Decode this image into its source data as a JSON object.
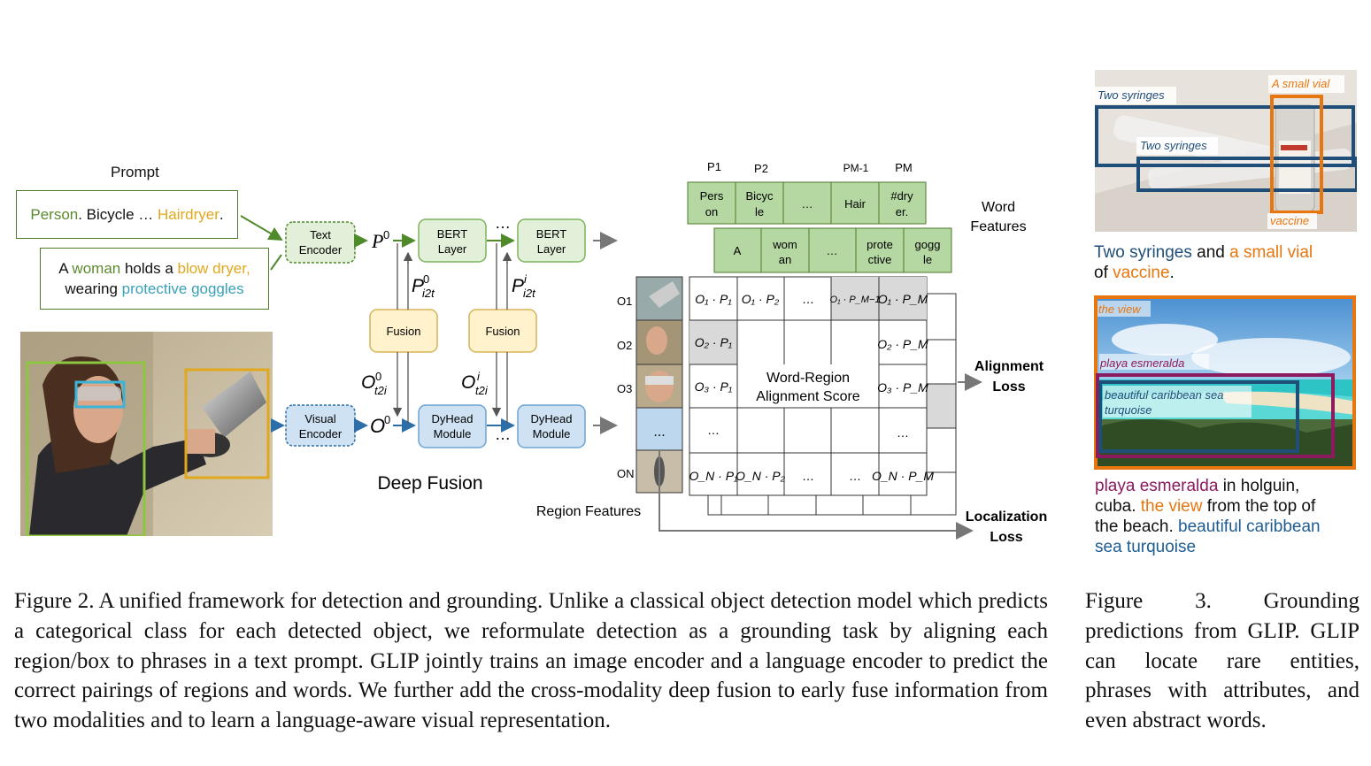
{
  "fig2": {
    "prompt_label": "Prompt",
    "prompt1": {
      "p1": "Person",
      "p2": ". Bicycle … ",
      "p3": "Hairdryer",
      "p4": "."
    },
    "prompt2": {
      "a": "A ",
      "woman": "woman",
      "holds": " holds a ",
      "dryer": "blow dryer,",
      "wearing": "wearing ",
      "goggles": "protective goggles"
    },
    "text_encoder": [
      "Text",
      "Encoder"
    ],
    "visual_encoder": [
      "Visual",
      "Encoder"
    ],
    "bert_layer": [
      "BERT",
      "Layer"
    ],
    "fusion": "Fusion",
    "dyhead": [
      "DyHead",
      "Module"
    ],
    "dots": "...",
    "deep_fusion": "Deep Fusion",
    "region_features": "Region Features",
    "word_features": [
      "Word",
      "Features"
    ],
    "alignment_loss": [
      "Alignment",
      "Loss"
    ],
    "localization_loss": [
      "Localization",
      "Loss"
    ],
    "score_label": [
      "Word-Region",
      "Alignment Score"
    ],
    "p_labels": [
      "P1",
      "P2",
      "PM-1",
      "PM"
    ],
    "o_labels": [
      "O1",
      "O2",
      "O3",
      "ON"
    ],
    "word_row1": [
      [
        "Pers",
        "on"
      ],
      [
        "Bicyc",
        "le"
      ],
      [
        "…"
      ],
      [
        "Hair"
      ],
      [
        "#dry",
        "er."
      ]
    ],
    "word_row2": [
      [
        "A"
      ],
      [
        "wom",
        "an"
      ],
      [
        "…"
      ],
      [
        "prote",
        "ctive"
      ],
      [
        "gogg",
        "le"
      ]
    ]
  },
  "fig3": {
    "img1_labels": [
      "Two syringes",
      "Two syringes",
      "A small vial",
      "vaccine"
    ],
    "img2_labels": [
      "the view",
      "playa esmeralda",
      "beautiful caribbean sea",
      "turquoise"
    ],
    "text1": {
      "a": "Two syringes",
      "b": " and ",
      "c": "a small vial",
      "d": "of ",
      "e": "vaccine",
      "f": "."
    },
    "text2": {
      "a": "playa esmeralda",
      "b": " in holguin,",
      "c": "cuba. ",
      "d": "the view",
      "e": " from the top of",
      "f": "the beach. ",
      "g": "beautiful caribbean",
      "h": "sea turquoise"
    }
  },
  "captions": {
    "fig2": "Figure 2.  A unified framework for detection and grounding.  Unlike a classical object detection model which predicts a categorical class for each detected object, we reformulate detection as a grounding task by aligning each region/box to phrases in a text prompt. GLIP jointly trains an image encoder and a language encoder to predict the correct pairings of regions and words.  We further add the cross-modality deep fusion to early fuse information from two modalities and to learn a language-aware visual representation.",
    "fig3": "Figure 3.  Grounding predictions from GLIP. GLIP can locate rare entities, phrases with attributes, and even abstract words."
  }
}
